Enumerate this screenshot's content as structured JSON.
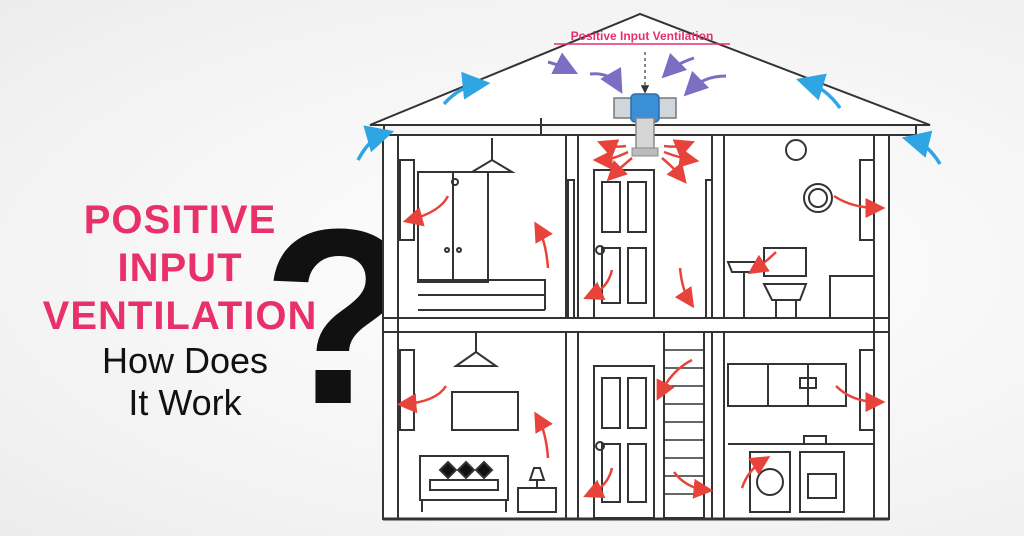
{
  "headline": {
    "line1": "POSITIVE",
    "line2": "INPUT",
    "line3": "VENTILATION",
    "line4": "How Does",
    "line5": "It Work",
    "question_mark": "?"
  },
  "diagram": {
    "label": "Positive Input Ventilation"
  },
  "colors": {
    "headline_pink": "#e8306a",
    "red_arrow": "#e8433a",
    "blue_arrow": "#2fa6e3",
    "purple_arrow": "#7b6fc4",
    "unit_blue": "#3a8fd6",
    "line": "#333333"
  }
}
